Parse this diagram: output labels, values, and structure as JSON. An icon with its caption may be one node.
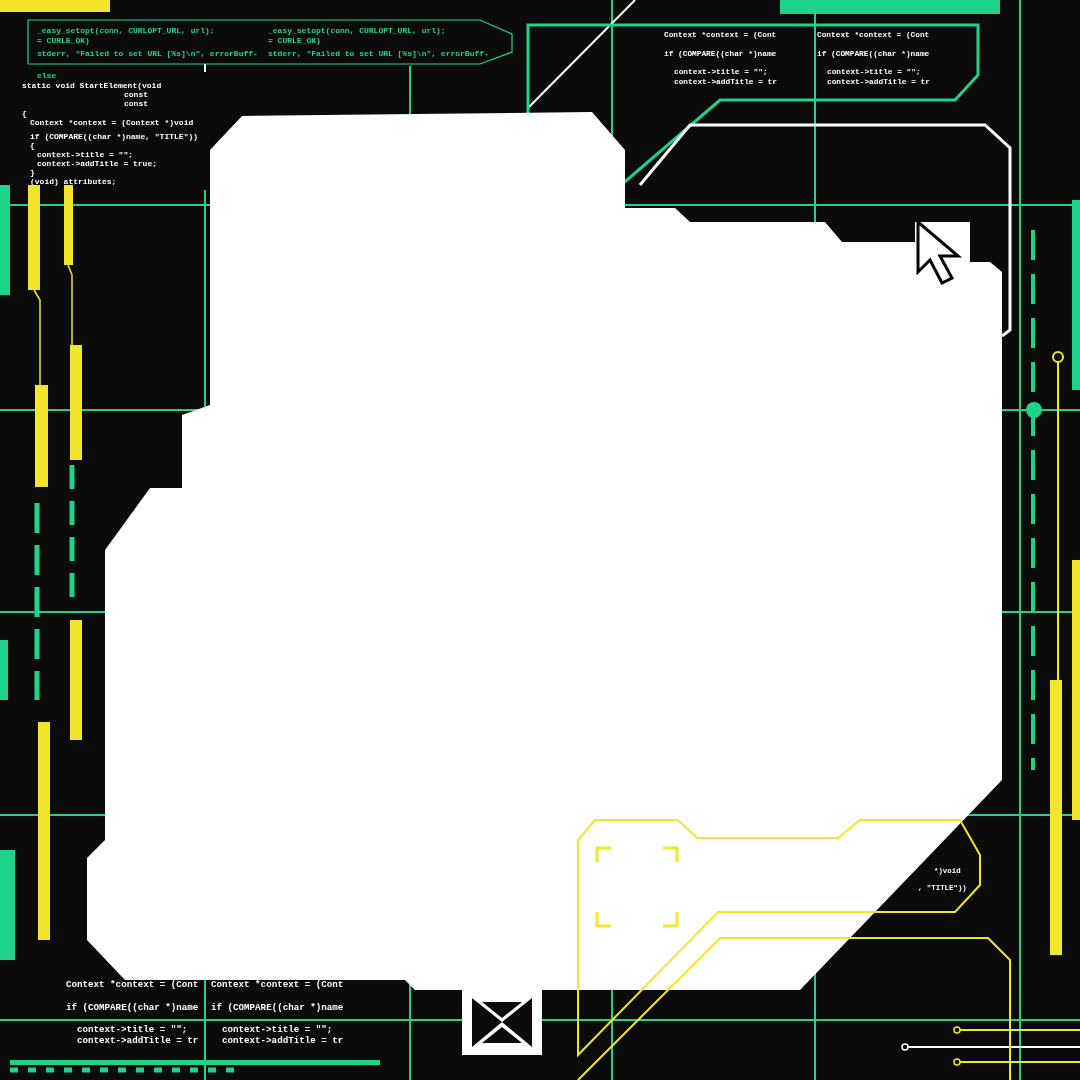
{
  "diagram": {
    "labels": [
      "_easy_setopt(conn, CURLOPT_URL, url);",
      "= CURLE_OK)",
      "stderr, \"Failed to set URL [%s]\\n\", errorBuff-",
      "_easy_setopt(conn, CURLOPT_URL, url);",
      "= CURLE_OK)",
      "stderr, \"Failed to set URL [%s]\\n\", errorBuff-",
      "Context *context = (Cont",
      "if (COMPARE((char *)name",
      "context->title = \"\";",
      "context->addTitle = tr",
      "Context *context = (Cont",
      "if (COMPARE((char *)name",
      "context->title = \"\";",
      "context->addTitle = tr",
      "else",
      "static void StartElement(void",
      "const",
      "const",
      "{",
      "Context *context = (Context *)void",
      "if (COMPARE((char *)name, \"TITLE\"))",
      "{",
      "context->title = \"\";",
      "context->addTitle = true;",
      "}",
      "(void) attributes;",
      "*)void",
      ", \"TITLE\"))",
      "Context *context = (Cont",
      "if (COMPARE((char *)name",
      "context->title = \"\";",
      "context->addTitle = tr",
      "Context *context = (Cont",
      "if (COMPARE((char *)name",
      "context->title = \"\";",
      "context->addTitle = tr"
    ]
  }
}
